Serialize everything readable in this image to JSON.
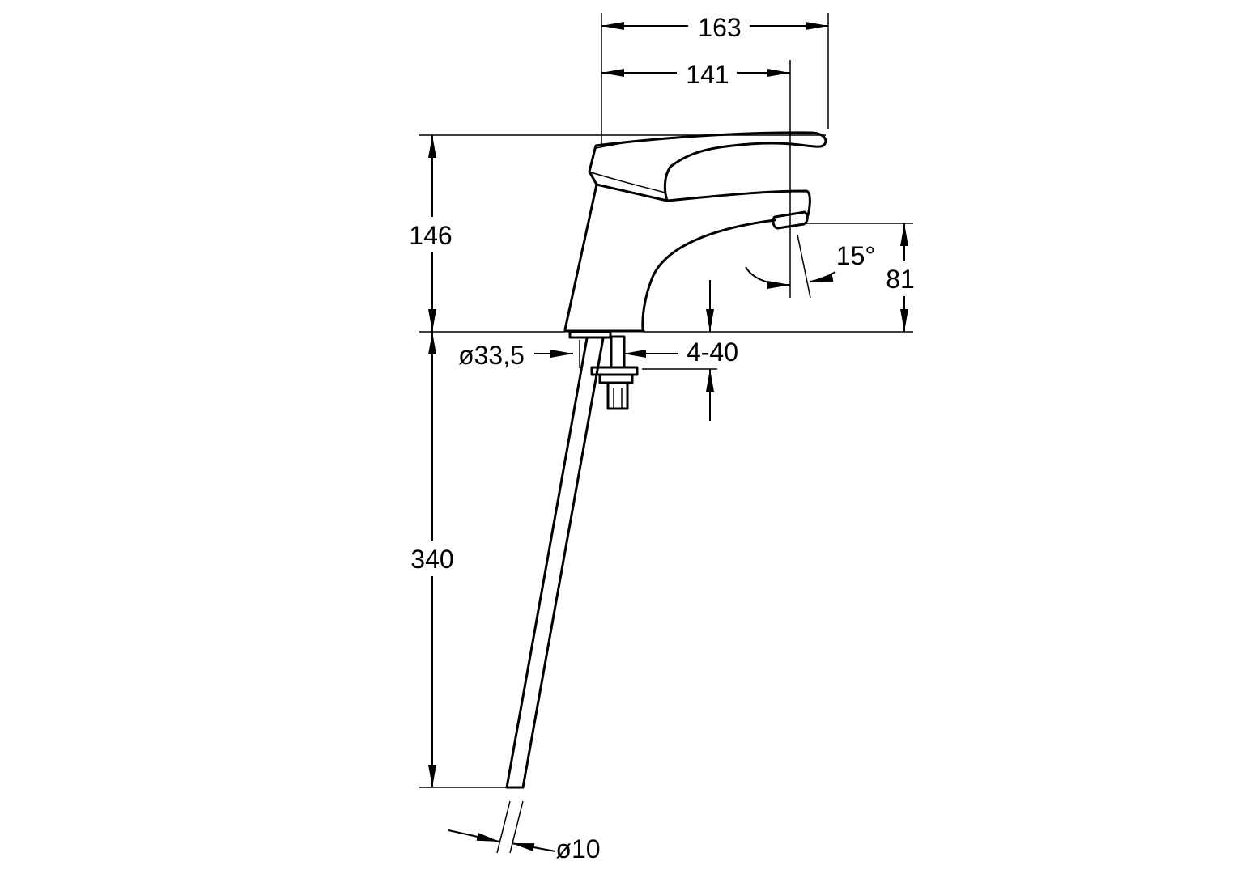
{
  "dimensions": {
    "total_projection": "163",
    "spout_projection": "141",
    "overall_height": "146",
    "spout_height": "81",
    "spray_angle": "15°",
    "body_diameter": "ø33,5",
    "deck_thickness": "4-40",
    "hose_length": "340",
    "hose_diameter": "ø10"
  }
}
